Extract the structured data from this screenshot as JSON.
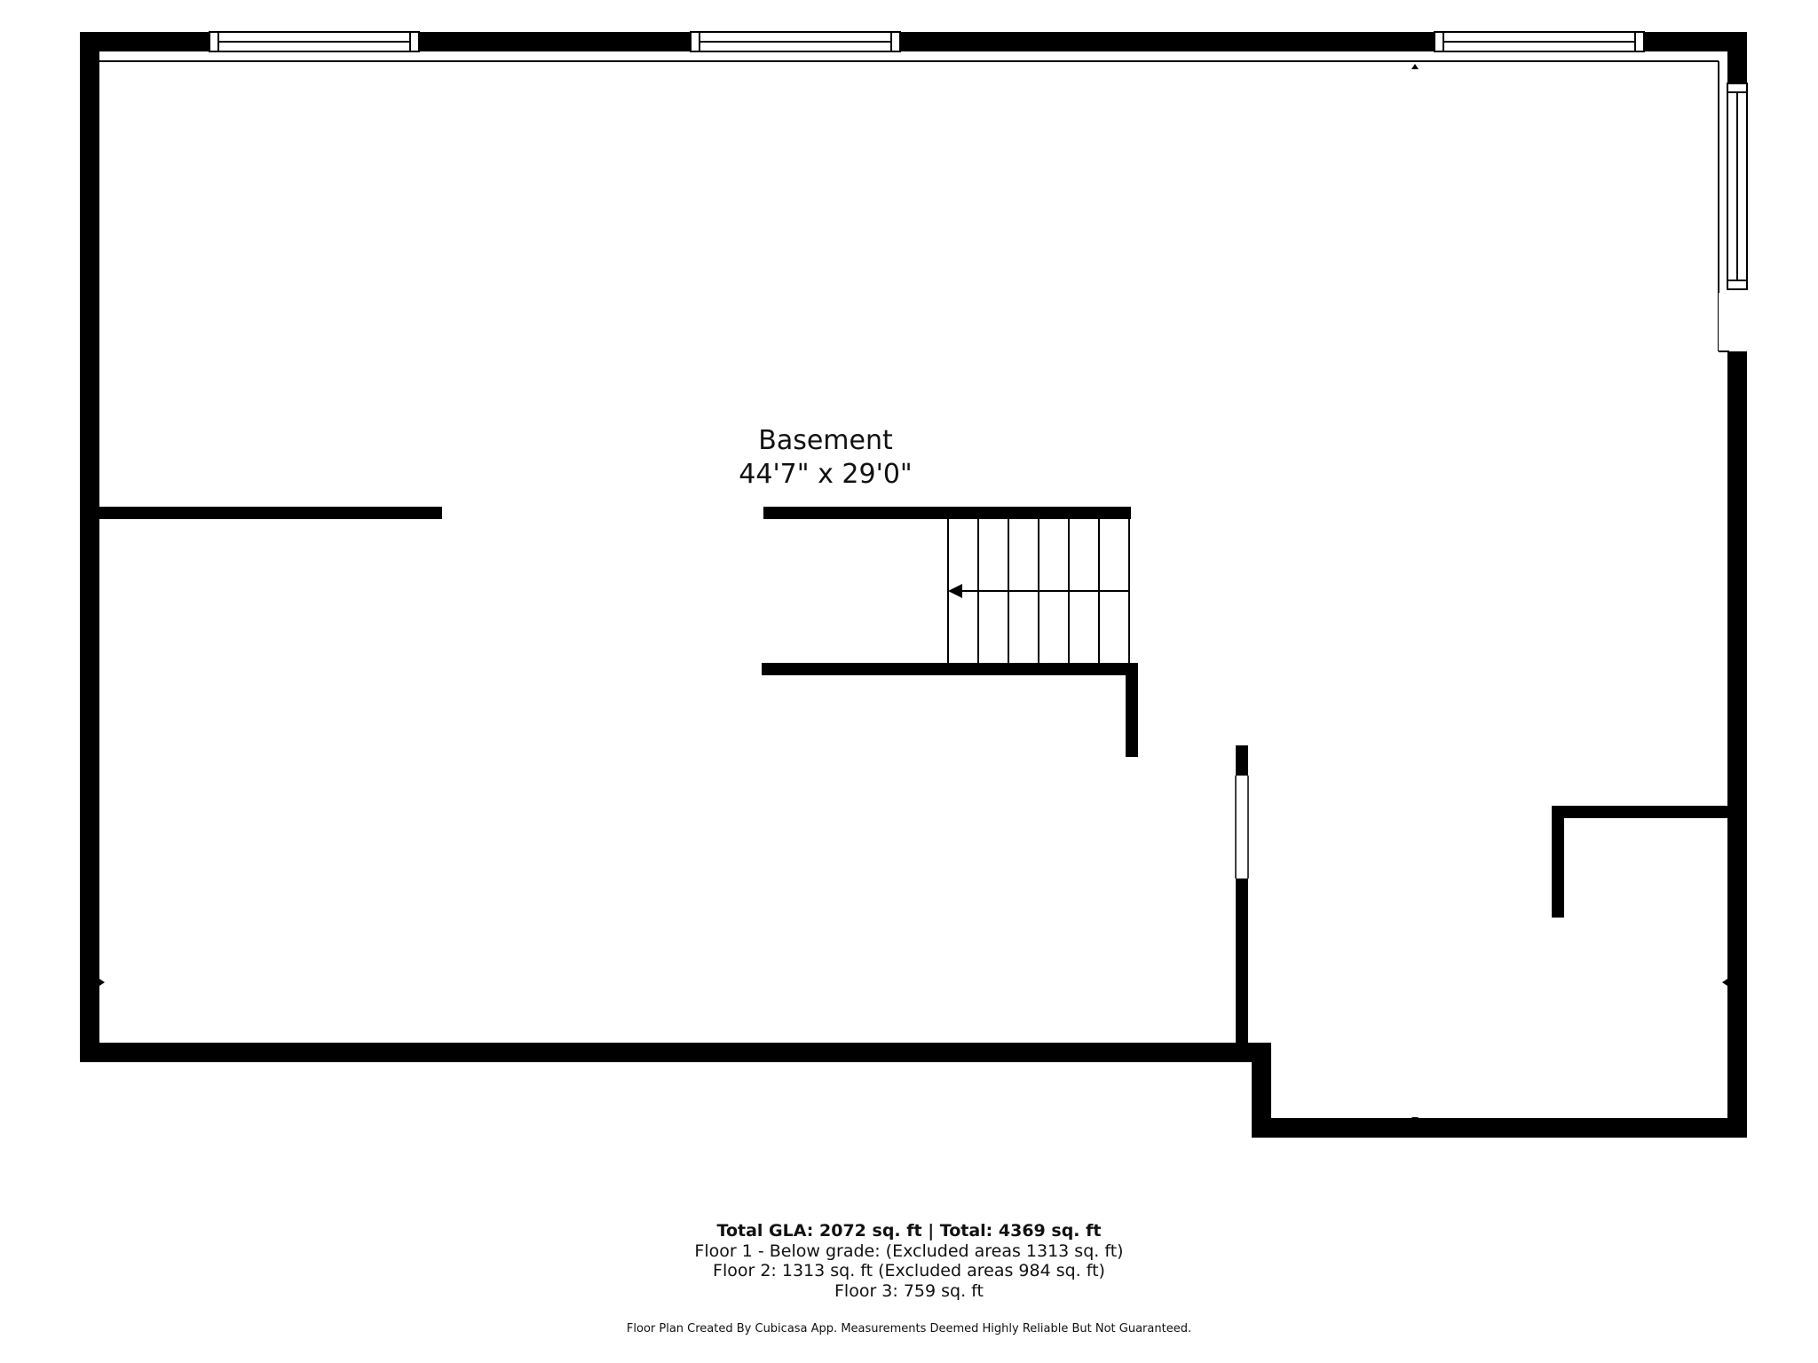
{
  "room": {
    "name": "Basement",
    "dimensions": "44'7\" x 29'0\""
  },
  "summary": {
    "total_line": "Total GLA: 2072 sq. ft | Total: 4369 sq. ft",
    "floor1": "Floor 1 - Below grade: (Excluded areas 1313 sq. ft)",
    "floor2": "Floor 2: 1313 sq. ft (Excluded areas 984 sq. ft)",
    "floor3": "Floor 3: 759 sq. ft"
  },
  "credit": "Floor Plan Created By Cubicasa App. Measurements Deemed Highly Reliable But Not Guaranteed.",
  "colors": {
    "wall": "#000000",
    "background": "#ffffff"
  },
  "icons": [
    "window-symbol",
    "stair-direction-arrow-icon",
    "edge-marker-icon"
  ]
}
